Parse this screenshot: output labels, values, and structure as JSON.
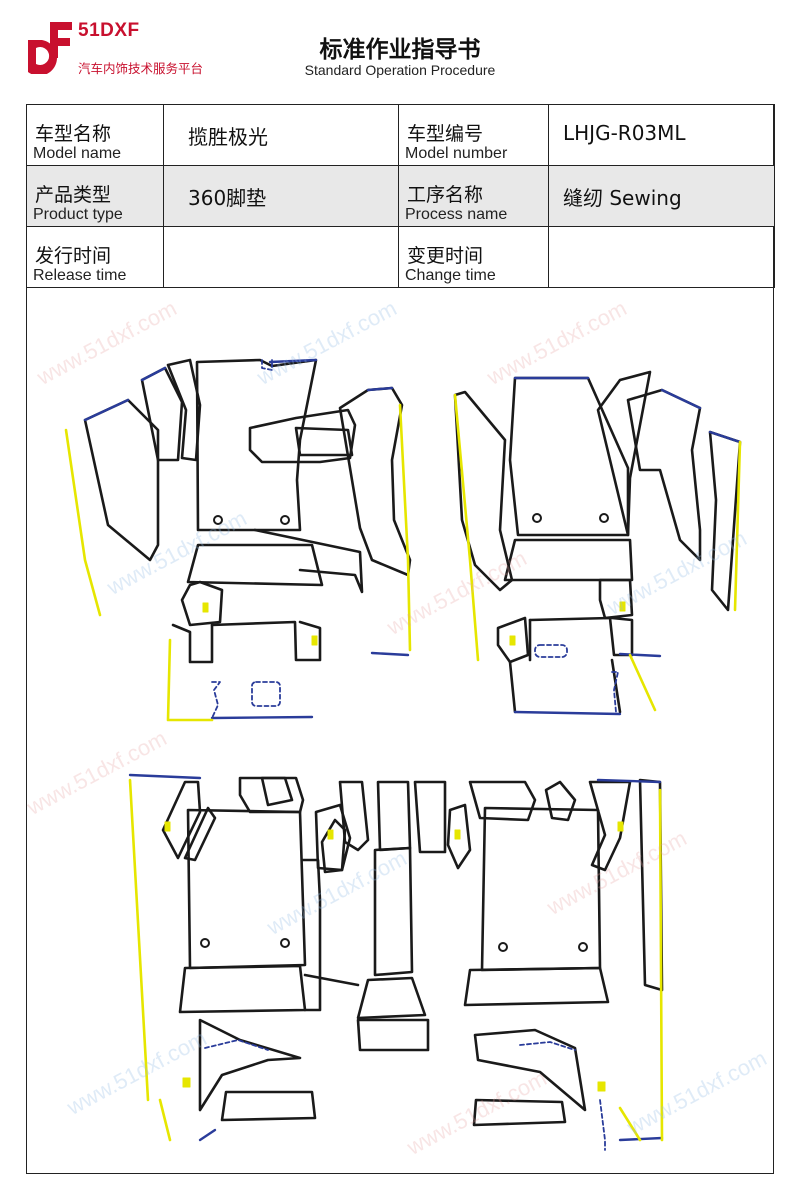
{
  "header": {
    "brand_name": "51DXF",
    "brand_tagline": "汽车内饰技术服务平台",
    "title": "标准作业指导书",
    "subtitle": "Standard Operation Procedure"
  },
  "info_table": {
    "model_name_cn": "车型名称",
    "model_name_en": "Model name",
    "model_name_value": "揽胜极光",
    "model_number_cn": "车型编号",
    "model_number_en": "Model number",
    "model_number_value": "LHJG-R03ML",
    "product_type_cn": "产品类型",
    "product_type_en": "Product type",
    "product_type_value": "360脚垫",
    "process_name_cn": "工序名称",
    "process_name_en": "Process name",
    "process_name_value": "缝纫 Sewing",
    "release_time_cn": "发行时间",
    "release_time_en": "Release time",
    "release_time_value": "",
    "change_time_cn": "变更时间",
    "change_time_en": "Change time",
    "change_time_value": ""
  },
  "watermark": {
    "text": "www.51dxf.com"
  },
  "colors": {
    "brand_red": "#c8102e",
    "outline_black": "#1a1a1a",
    "edge_blue": "#2a3c9a",
    "edge_yellow": "#e6e600",
    "table_shade": "#e8e8e8"
  }
}
